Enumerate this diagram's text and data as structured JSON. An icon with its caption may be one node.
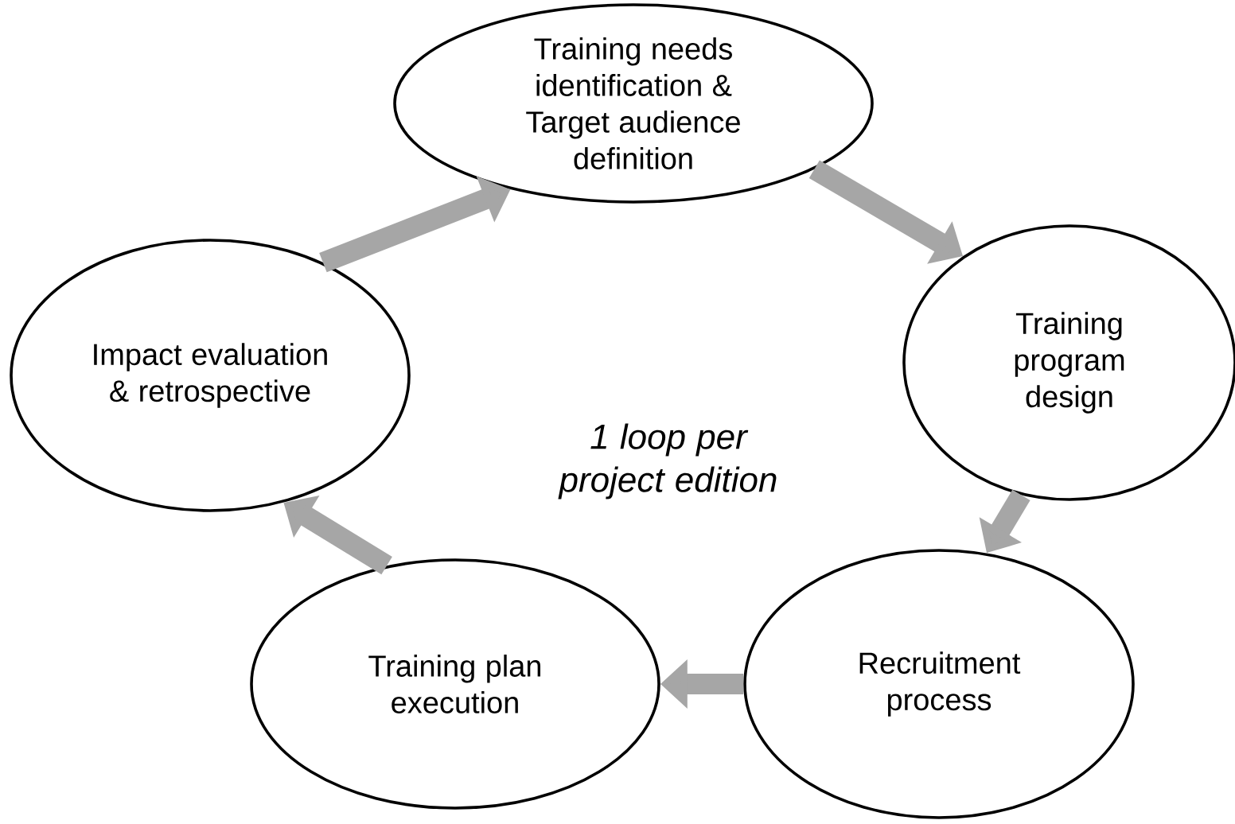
{
  "diagram": {
    "nodes": [
      {
        "text": [
          "Training needs identification & Target audience definition"
        ]
      },
      {
        "text": [
          "Training program design"
        ]
      },
      {
        "text": [
          "Recruitment process"
        ]
      },
      {
        "text": [
          "Training plan execution"
        ]
      },
      {
        "text": [
          "Impact evaluation & retrospective"
        ]
      }
    ],
    "edges": [
      {
        "from": 0,
        "to": 1,
        "arrow": "to"
      },
      {
        "from": 1,
        "to": 2,
        "arrow": "to"
      },
      {
        "from": 2,
        "to": 3,
        "arrow": "to"
      },
      {
        "from": 3,
        "to": 4,
        "arrow": "to"
      },
      {
        "from": 4,
        "to": 0,
        "arrow": "to"
      }
    ],
    "labels": [
      "1 loop per project edition"
    ]
  }
}
